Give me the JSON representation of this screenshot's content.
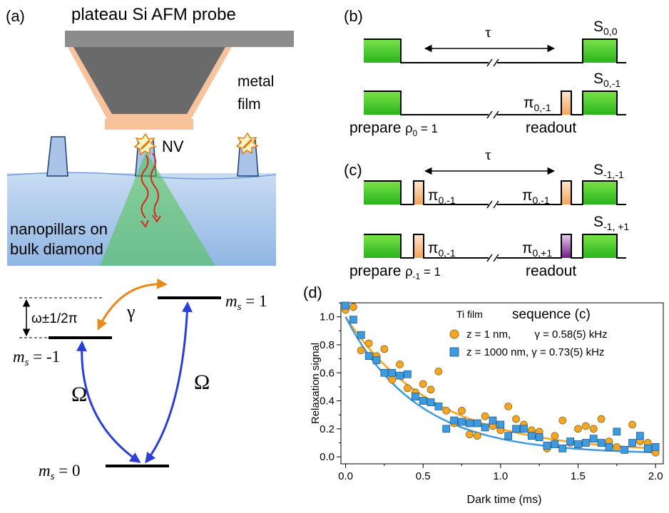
{
  "panel_a": {
    "panel_label": "(a)",
    "probe_label": "plateau Si AFM probe",
    "film_label_line1": "metal",
    "film_label_line2": "film",
    "nv_label": "NV",
    "pillar_label_line1": "nanopillars on",
    "pillar_label_line2": "bulk diamond"
  },
  "levels": {
    "omega_split": "ω±1/2π",
    "gamma": "γ",
    "ms_plus1": "ms = 1",
    "ms_minus1": "ms = -1",
    "ms_zero": "ms = 0",
    "omega_left": "Ω",
    "omega_right": "Ω",
    "colors": {
      "gamma_arrow": "#e8891b",
      "omega_arrow": "#2b3fd6",
      "level": "#000000"
    }
  },
  "panel_b": {
    "panel_label": "(b)",
    "tau": "τ",
    "signal_top": "S0,0",
    "signal_bottom": "S0,-1",
    "pi_pulse": "π0,-1",
    "prepare": "prepare ρ0 = 1",
    "readout": "readout"
  },
  "panel_c": {
    "panel_label": "(c)",
    "tau": "τ",
    "signal_top": "S-1,-1",
    "signal_bottom": "S-1, +1",
    "pi_1": "π0,-1",
    "pi_2": "π0,-1",
    "pi_3": "π0,-1",
    "pi_4": "π0,+1",
    "prepare": "prepare ρ-1 = 1",
    "readout": "readout"
  },
  "panel_d": {
    "panel_label": "(d)",
    "film_tag": "Ti film",
    "sequence_tag": "sequence (c)",
    "legend": [
      {
        "label": "z = 1 nm,        γ = 0.58(5) kHz",
        "color": "#f5a623",
        "marker": "circle"
      },
      {
        "label": "z = 1000 nm, γ = 0.73(5) kHz",
        "color": "#3d9be0",
        "marker": "square"
      }
    ]
  },
  "chart_data": {
    "type": "scatter",
    "xlabel": "Dark time (ms)",
    "ylabel": "Relaxation signal",
    "xlim": [
      -0.03,
      2.05
    ],
    "ylim": [
      -0.05,
      1.1
    ],
    "xticks": [
      "0.0",
      "0.5",
      "1.0",
      "1.5",
      "2.0"
    ],
    "yticks": [
      "0.0",
      "0.2",
      "0.4",
      "0.6",
      "0.8",
      "1.0"
    ],
    "series": [
      {
        "name": "z = 1 nm",
        "marker": "circle",
        "color": "#f5a623",
        "fit_gamma_khz": 0.58,
        "fit_offset": 0.03,
        "points": [
          [
            0.0,
            1.05
          ],
          [
            0.05,
            1.07
          ],
          [
            0.1,
            0.76
          ],
          [
            0.15,
            0.81
          ],
          [
            0.2,
            0.72
          ],
          [
            0.25,
            0.77
          ],
          [
            0.3,
            0.55
          ],
          [
            0.35,
            0.66
          ],
          [
            0.4,
            0.49
          ],
          [
            0.45,
            0.46
          ],
          [
            0.5,
            0.52
          ],
          [
            0.55,
            0.48
          ],
          [
            0.6,
            0.61
          ],
          [
            0.65,
            0.33
          ],
          [
            0.7,
            0.24
          ],
          [
            0.75,
            0.33
          ],
          [
            0.8,
            0.16
          ],
          [
            0.85,
            0.15
          ],
          [
            0.9,
            0.29
          ],
          [
            0.95,
            0.22
          ],
          [
            1.0,
            0.19
          ],
          [
            1.05,
            0.36
          ],
          [
            1.1,
            0.27
          ],
          [
            1.15,
            0.23
          ],
          [
            1.2,
            0.19
          ],
          [
            1.25,
            0.18
          ],
          [
            1.3,
            0.06
          ],
          [
            1.35,
            0.15
          ],
          [
            1.4,
            0.26
          ],
          [
            1.45,
            0.1
          ],
          [
            1.5,
            0.2
          ],
          [
            1.55,
            0.22
          ],
          [
            1.6,
            0.2
          ],
          [
            1.65,
            0.27
          ],
          [
            1.7,
            0.11
          ],
          [
            1.75,
            0.07
          ],
          [
            1.8,
            0.05
          ],
          [
            1.85,
            0.23
          ],
          [
            1.9,
            0.11
          ],
          [
            1.95,
            0.1
          ],
          [
            2.0,
            0.03
          ]
        ]
      },
      {
        "name": "z = 1000 nm",
        "marker": "square",
        "color": "#3d9be0",
        "fit_gamma_khz": 0.73,
        "fit_offset": 0.02,
        "points": [
          [
            0.0,
            1.08
          ],
          [
            0.05,
            0.98
          ],
          [
            0.1,
            0.87
          ],
          [
            0.15,
            0.72
          ],
          [
            0.2,
            0.69
          ],
          [
            0.25,
            0.6
          ],
          [
            0.3,
            0.6
          ],
          [
            0.35,
            0.58
          ],
          [
            0.4,
            0.59
          ],
          [
            0.45,
            0.43
          ],
          [
            0.5,
            0.4
          ],
          [
            0.55,
            0.39
          ],
          [
            0.6,
            0.36
          ],
          [
            0.65,
            0.2
          ],
          [
            0.7,
            0.26
          ],
          [
            0.75,
            0.25
          ],
          [
            0.8,
            0.24
          ],
          [
            0.85,
            0.24
          ],
          [
            0.9,
            0.21
          ],
          [
            0.95,
            0.26
          ],
          [
            1.0,
            0.23
          ],
          [
            1.05,
            0.15
          ],
          [
            1.1,
            0.2
          ],
          [
            1.15,
            0.2
          ],
          [
            1.2,
            0.15
          ],
          [
            1.25,
            0.14
          ],
          [
            1.3,
            0.08
          ],
          [
            1.35,
            0.09
          ],
          [
            1.4,
            0.06
          ],
          [
            1.45,
            0.11
          ],
          [
            1.5,
            0.09
          ],
          [
            1.55,
            0.1
          ],
          [
            1.6,
            0.13
          ],
          [
            1.65,
            0.1
          ],
          [
            1.7,
            0.07
          ],
          [
            1.75,
            0.18
          ],
          [
            1.8,
            0.05
          ],
          [
            1.85,
            0.1
          ],
          [
            1.9,
            0.15
          ],
          [
            1.95,
            0.06
          ],
          [
            2.0,
            0.07
          ]
        ]
      }
    ]
  }
}
